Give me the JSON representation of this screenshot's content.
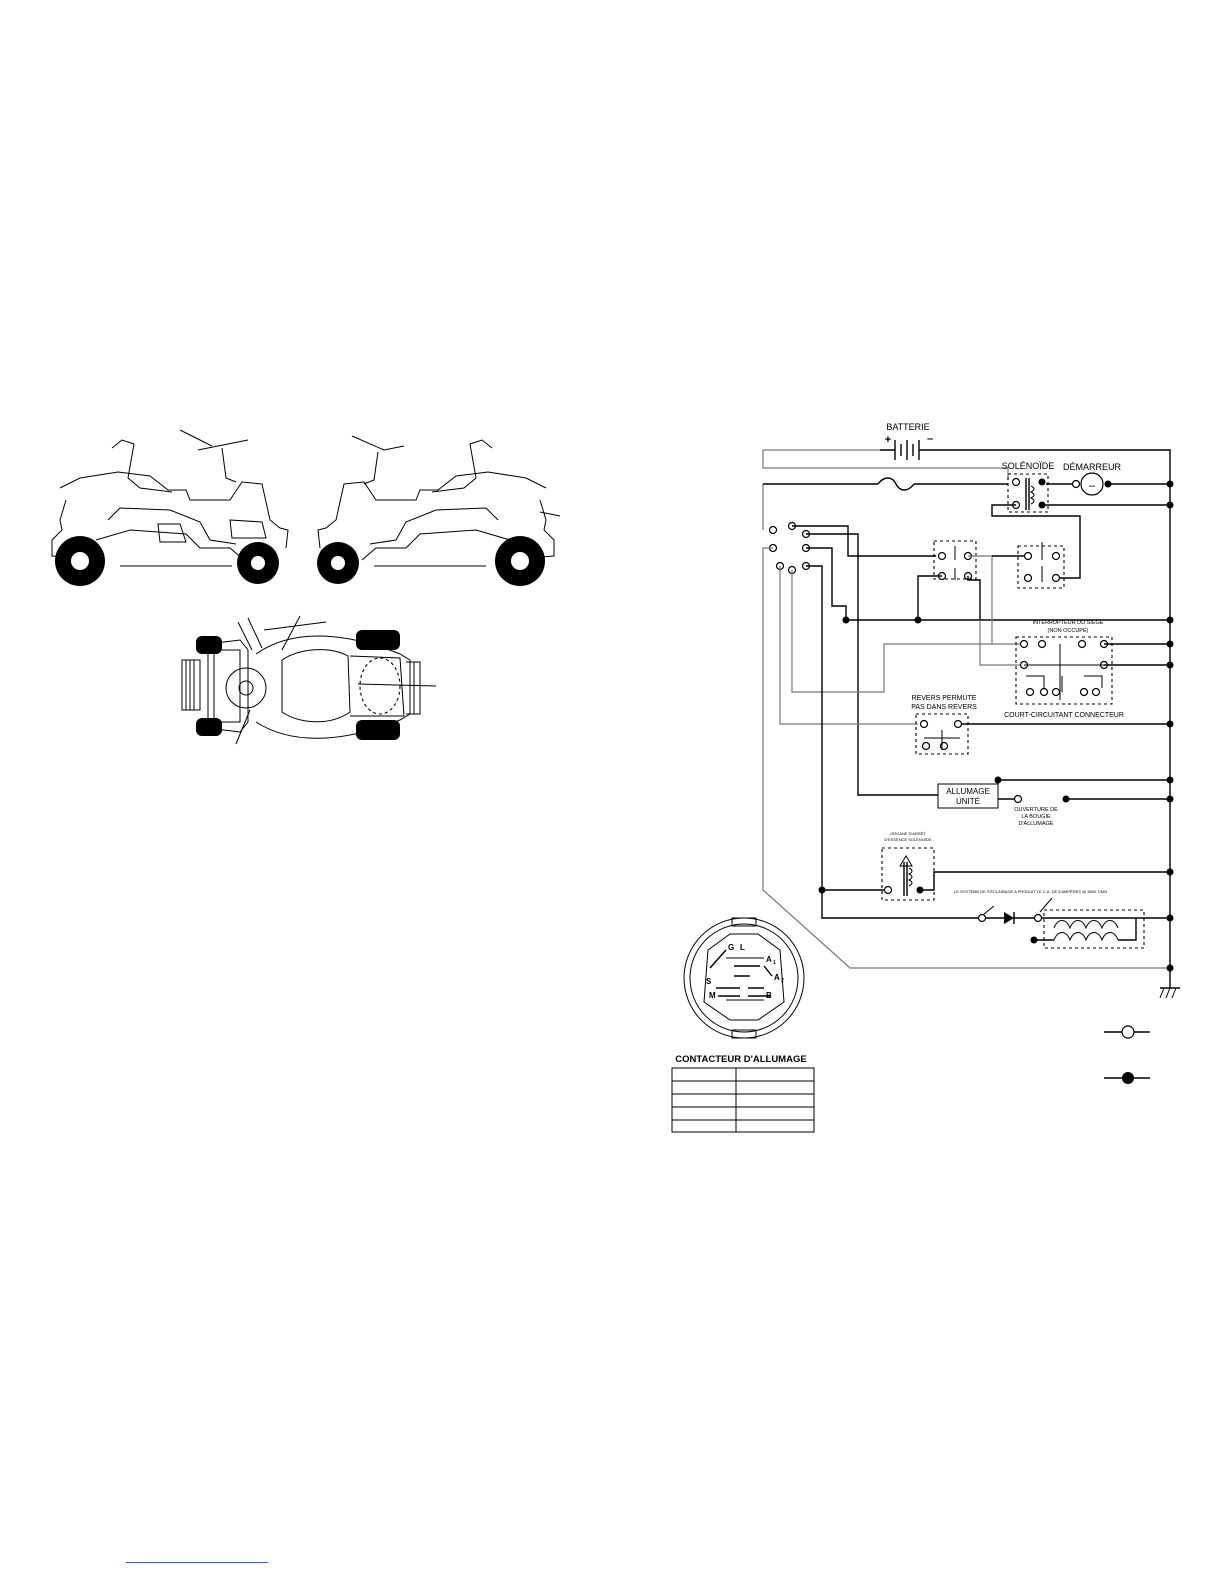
{
  "diagram": {
    "labels": {
      "battery": "BATTERIE",
      "solenoid": "SOLÉNOÏDE",
      "starter": "DÉMARREUR",
      "seat_switch_1": "INTERRUPTEUR DU SIÈGE",
      "seat_switch_2": "(NON OCCUPÉ)",
      "reverse_1": "REVERS PERMUTE",
      "reverse_2": "PAS DANS REVERS",
      "short_connector": "COURT-CIRCUITANT CONNECTEUR",
      "ignition_unit_1": "ALLUMAGE",
      "ignition_unit_2": "UNITÉ",
      "spark_1": "OUVERTURE DE",
      "spark_2": "LA BOUGIE",
      "spark_3": "D'ALLUMAGE",
      "fuel_solenoid_1": "ORGANE D'ARRÊT",
      "fuel_solenoid_2": "D'ESSENCE SOLÉNOÏDE",
      "charging_note": "LE SYSTÈME DE S'ÉCLAIRAGE A PRODUIT LE C.A. DE 5 AMPÈRES @ 3600 T/MN",
      "ignition_switch": "CONTACTEUR D'ALLUMAGE"
    },
    "switch_terminals": {
      "g": "G",
      "l": "L",
      "a1": "A",
      "a1_sub": "1",
      "a2": "A",
      "a2_sub": "2",
      "s": "S",
      "m": "M",
      "b": "B"
    },
    "battery_signs": {
      "plus": "+",
      "minus": "–"
    },
    "starter_sign": "–"
  },
  "colors": {
    "line": "#000000",
    "secondary_wire": "#777777",
    "footer_link": "#3b5bd6"
  }
}
